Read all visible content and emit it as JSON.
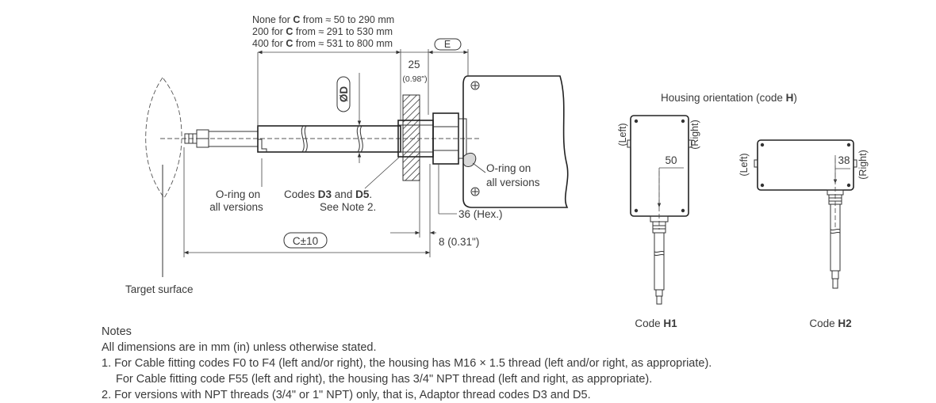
{
  "main_drawing": {
    "length_note": {
      "line1": {
        "prefix": "None for ",
        "code": "C",
        "suffix": " from ≈ 50 to 290 mm"
      },
      "line2": {
        "prefix": "200 for ",
        "code": "C",
        "suffix": " from ≈ 291 to 530 mm"
      },
      "line3": {
        "prefix": "400 for ",
        "code": "C",
        "suffix": " from ≈ 531 to 800 mm"
      }
    },
    "dim_e": "E",
    "dim_25": "25",
    "dim_25_in": "(0.98\")",
    "dim_d": "ØD",
    "oring_left": [
      "O-ring on",
      "all versions"
    ],
    "codes_label": {
      "prefix": "Codes ",
      "code1": "D3",
      "mid": " and ",
      "code2": "D5",
      "suffix": ".",
      "line2": "See Note 2."
    },
    "oring_right": [
      "O-ring on",
      "all versions"
    ],
    "hex_label": "36 (Hex.)",
    "c_dim": "C±10",
    "dim_8": "8 (0.31\")",
    "target_surface": "Target surface"
  },
  "orientation": {
    "title_prefix": "Housing orientation (code ",
    "title_code": "H",
    "title_suffix": ")",
    "h1": {
      "left": "(Left)",
      "right": "(Right)",
      "dim": "50",
      "label_prefix": "Code ",
      "label_code": "H1"
    },
    "h2": {
      "left": "(Left)",
      "right": "(Right)",
      "dim": "38",
      "label_prefix": "Code ",
      "label_code": "H2"
    }
  },
  "notes": {
    "heading": "Notes",
    "units": "All dimensions are in mm (in) unless otherwise stated.",
    "note1": "1. For Cable fitting codes F0 to F4 (left and/or right), the housing has M16 × 1.5 thread (left and/or right, as appropriate).",
    "note1b": "For Cable fitting code F55 (left and right), the housing has 3/4\" NPT thread (left and right, as appropriate).",
    "note2": "2. For versions with NPT threads (3/4\" or 1\" NPT) only, that is, Adaptor thread codes D3 and D5."
  }
}
